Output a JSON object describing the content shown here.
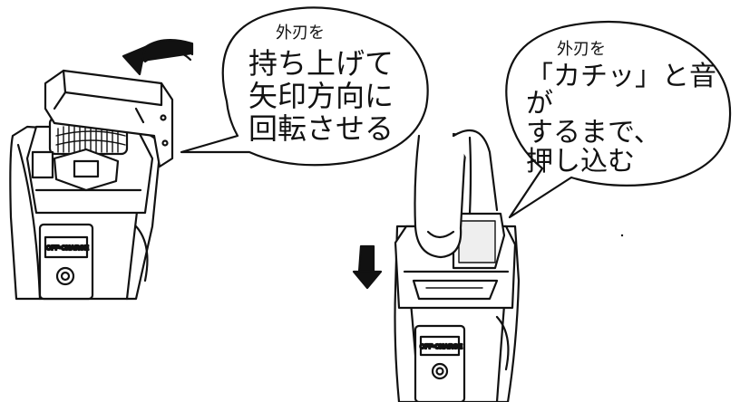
{
  "bubble_left": {
    "caption": "外刃を",
    "lines": [
      "持ち上げて",
      "矢印方向に",
      "回転させる"
    ]
  },
  "bubble_right": {
    "caption": "外刃を",
    "lines": [
      "「カチッ」と音が",
      "するまで、",
      "押し込む"
    ]
  },
  "device_label_left": "OFF•CHARGE",
  "device_label_right": "OFF•CHARGE"
}
